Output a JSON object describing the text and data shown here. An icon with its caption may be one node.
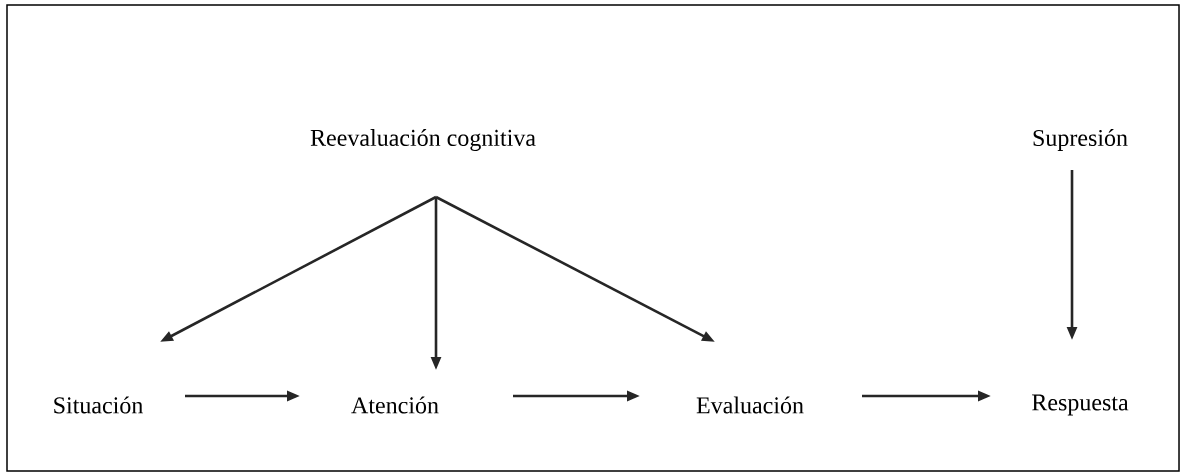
{
  "diagram": {
    "nodes": [
      {
        "text": [
          "Reevaluación cognitiva"
        ]
      },
      {
        "text": [
          "Supresión"
        ]
      },
      {
        "text": [
          "Situación"
        ]
      },
      {
        "text": [
          "Atención"
        ]
      },
      {
        "text": [
          "Evaluación"
        ]
      },
      {
        "text": [
          "Respuesta"
        ]
      }
    ],
    "edges": [
      {
        "from": 0,
        "to": 2,
        "arrow": "to"
      },
      {
        "from": 0,
        "to": 3,
        "arrow": "to"
      },
      {
        "from": 0,
        "to": 4,
        "arrow": "to"
      },
      {
        "from": 1,
        "to": 5,
        "arrow": "to"
      },
      {
        "from": 2,
        "to": 3,
        "arrow": "to"
      },
      {
        "from": 3,
        "to": 4,
        "arrow": "to"
      },
      {
        "from": 4,
        "to": 5,
        "arrow": "to"
      }
    ]
  }
}
